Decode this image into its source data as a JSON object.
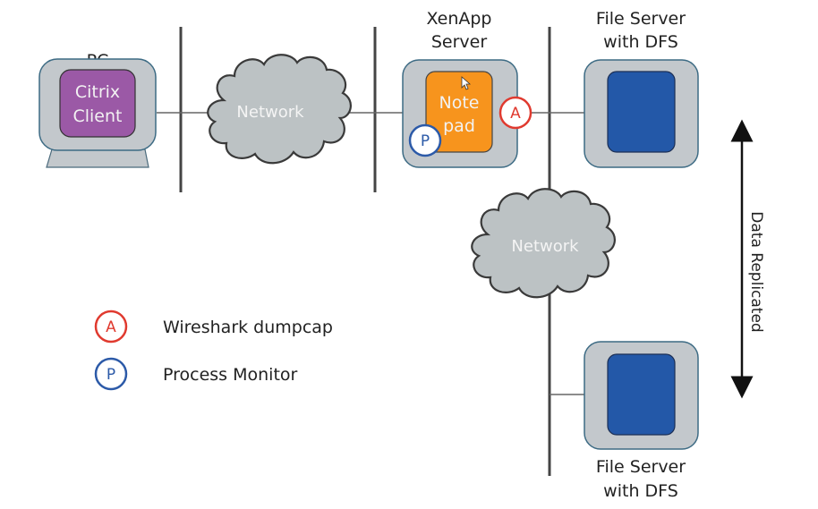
{
  "diagram": {
    "nodes": {
      "pc": {
        "label": "PC",
        "inner_label_line1": "Citrix",
        "inner_label_line2": "Client",
        "inner_color": "#9b59a6"
      },
      "network_top": {
        "label": "Network"
      },
      "xenapp": {
        "label_line1": "XenApp",
        "label_line2": "Server",
        "inner_label_line1": "Note",
        "inner_label_line2": "pad",
        "inner_color": "#f7941d"
      },
      "file_server_top": {
        "label_line1": "File Server",
        "label_line2": "with DFS",
        "inner_color": "#2358a8"
      },
      "network_bottom": {
        "label": "Network"
      },
      "file_server_bottom": {
        "label_line1": "File Server",
        "label_line2": "with DFS",
        "inner_color": "#2358a8"
      }
    },
    "badges": {
      "a": {
        "letter": "A",
        "color": "#e03a2f"
      },
      "p": {
        "letter": "P",
        "color": "#2c5aa8"
      }
    },
    "replication_arrow": {
      "label": "Data Replicated"
    },
    "legend": [
      {
        "letter": "A",
        "text": "Wireshark dumpcap",
        "color": "#e03a2f"
      },
      {
        "letter": "P",
        "text": "Process Monitor",
        "color": "#2c5aa8"
      }
    ]
  }
}
